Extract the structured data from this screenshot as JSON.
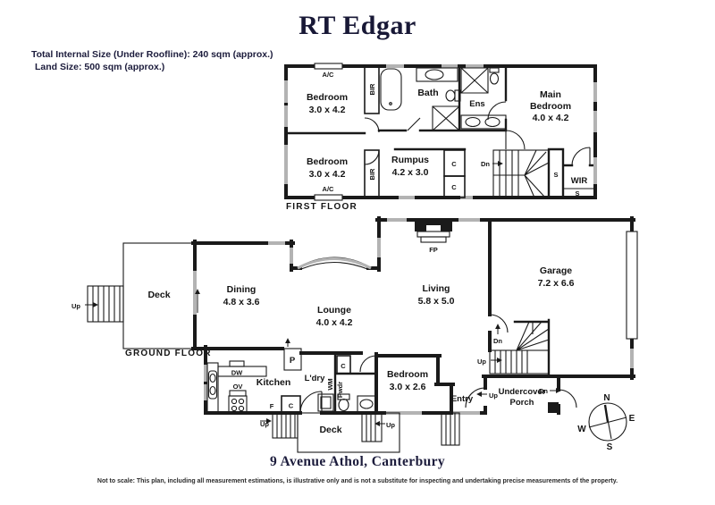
{
  "header": {
    "brand": "RT Edgar",
    "size_line1": "Total Internal Size (Under Roofline): 240 sqm (approx.)",
    "size_line2": "Land Size: 500 sqm (approx.)"
  },
  "first_floor": {
    "floor_label": "FIRST FLOOR",
    "bedroom1_name": "Bedroom",
    "bedroom1_dims": "3.0 x 4.2",
    "bedroom2_name": "Bedroom",
    "bedroom2_dims": "3.0 x 4.2",
    "bath": "Bath",
    "ens": "Ens",
    "main_l1": "Main",
    "main_l2": "Bedroom",
    "main_dims": "4.0 x 4.2",
    "rumpus_name": "Rumpus",
    "rumpus_dims": "4.2 x 3.0",
    "wir": "WIR"
  },
  "ground_floor": {
    "floor_label": "GROUND FLOOR",
    "deck_left": "Deck",
    "deck_bottom": "Deck",
    "dining_name": "Dining",
    "dining_dims": "4.8 x 3.6",
    "lounge_name": "Lounge",
    "lounge_dims": "4.0 x 4.2",
    "living_name": "Living",
    "living_dims": "5.8 x 5.0",
    "garage_name": "Garage",
    "garage_dims": "7.2 x 6.6",
    "bedroom_name": "Bedroom",
    "bedroom_dims": "3.0 x 2.6",
    "kitchen": "Kitchen",
    "laundry": "L'dry",
    "entry": "Entry",
    "porch_l1": "Undercover",
    "porch_l2": "Porch",
    "fp": "FP",
    "pantry": "P",
    "fridge": "F",
    "dw": "DW",
    "ov": "OV",
    "wm": "WM",
    "pwdr": "Pwdr"
  },
  "abbrev": {
    "ac": "A/C",
    "bir": "BIR",
    "c": "C",
    "s": "S",
    "up": "Up",
    "dn": "Dn"
  },
  "compass": {
    "n": "N",
    "e": "E",
    "s": "S",
    "w": "W"
  },
  "footer": {
    "address": "9 Avenue Athol, Canterbury",
    "disclaimer": "Not to scale: This plan, including all measurement estimations, is illustrative only and is not a substitute for inspecting and undertaking precise measurements of the property."
  },
  "colors": {
    "ink": "#1a1a1a",
    "navy": "#181836",
    "window_gray": "#b3b3b3"
  }
}
